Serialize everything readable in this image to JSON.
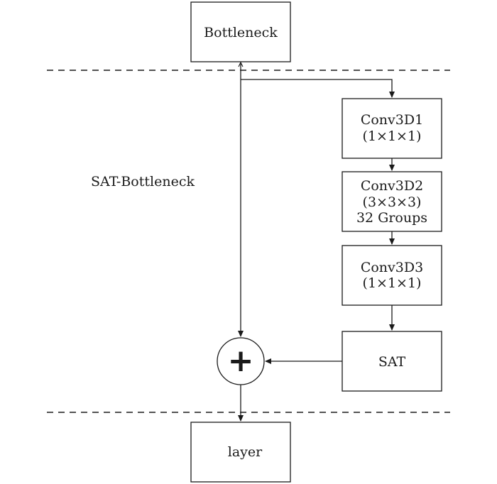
{
  "diagram": {
    "region_label": "SAT-Bottleneck",
    "nodes": {
      "bottleneck": {
        "lines": [
          "Bottleneck"
        ]
      },
      "conv3d1": {
        "lines": [
          "Conv3D1",
          "(1×1×1)"
        ]
      },
      "conv3d2": {
        "lines": [
          "Conv3D2",
          "(3×3×3)",
          "32 Groups"
        ]
      },
      "conv3d3": {
        "lines": [
          "Conv3D3",
          "(1×1×1)"
        ]
      },
      "sat": {
        "lines": [
          "SAT"
        ]
      },
      "layer": {
        "lines": [
          "layer"
        ]
      },
      "add": {
        "symbol": "+"
      }
    }
  }
}
